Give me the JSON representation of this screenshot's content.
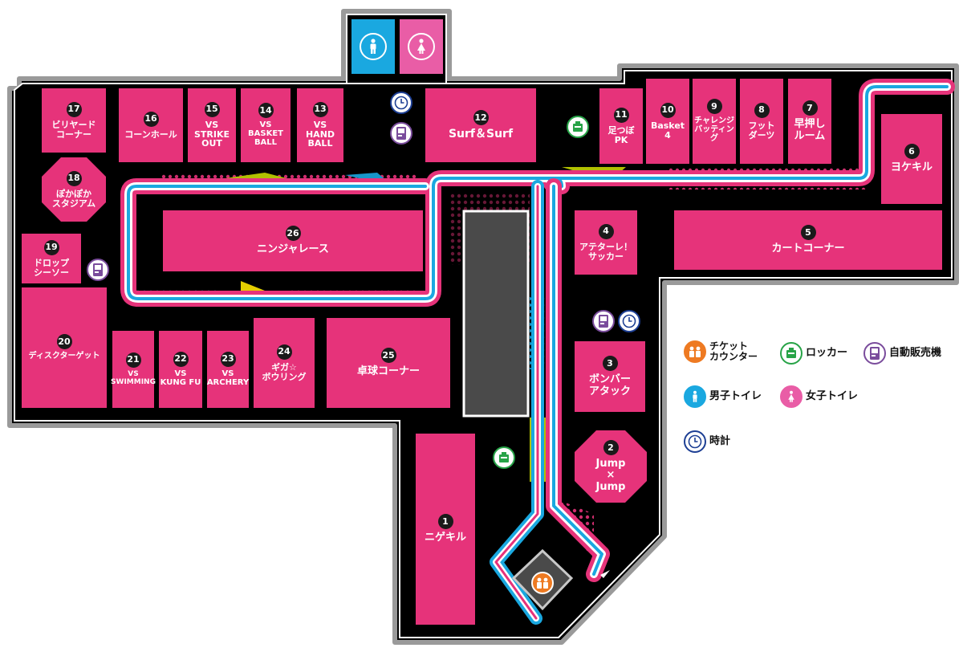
{
  "zones": [
    {
      "num": "1",
      "label": "ニゲキル"
    },
    {
      "num": "2",
      "label": "Jump\n×\nJump"
    },
    {
      "num": "3",
      "label": "ボンバー\nアタック"
    },
    {
      "num": "4",
      "label": "アテターレ！\nサッカー"
    },
    {
      "num": "5",
      "label": "カートコーナー"
    },
    {
      "num": "6",
      "label": "ヨケキル"
    },
    {
      "num": "7",
      "label": "早押し\nルーム"
    },
    {
      "num": "8",
      "label": "フット\nダーツ"
    },
    {
      "num": "9",
      "label": "チャレンジ\nバッティング"
    },
    {
      "num": "10",
      "label": "Basket\n4"
    },
    {
      "num": "11",
      "label": "足つぼ\nPK"
    },
    {
      "num": "12",
      "label": "Surf＆Surf"
    },
    {
      "num": "13",
      "label": "VS\nHAND\nBALL"
    },
    {
      "num": "14",
      "label": "VS\nBASKET\nBALL"
    },
    {
      "num": "15",
      "label": "VS\nSTRIKE\nOUT"
    },
    {
      "num": "16",
      "label": "コーンホール"
    },
    {
      "num": "17",
      "label": "ビリヤード\nコーナー"
    },
    {
      "num": "18",
      "label": "ぽかぽか\nスタジアム"
    },
    {
      "num": "19",
      "label": "ドロップ\nシーソー"
    },
    {
      "num": "20",
      "label": "ディスクターゲット"
    },
    {
      "num": "21",
      "label": "VS\nSWIMMING"
    },
    {
      "num": "22",
      "label": "VS\nKUNG FU"
    },
    {
      "num": "23",
      "label": "VS\nARCHERY"
    },
    {
      "num": "24",
      "label": "ギガ☆\nボウリング"
    },
    {
      "num": "25",
      "label": "卓球コーナー"
    },
    {
      "num": "26",
      "label": "ニンジャレース"
    }
  ],
  "legend": {
    "ticket": "チケット\nカウンター",
    "locker": "ロッカー",
    "vending": "自動販売機",
    "male_restroom": "男子トイレ",
    "female_restroom": "女子トイレ",
    "clock": "時計"
  },
  "colors": {
    "zone": "#e6337a",
    "floor": "#000000",
    "border": "#9a9a9a",
    "ticket": "#ee7a22",
    "locker": "#27a347",
    "vending": "#7a4c9c",
    "male": "#1aa8e0",
    "female": "#e95da6",
    "clock": "#1d3f94"
  }
}
